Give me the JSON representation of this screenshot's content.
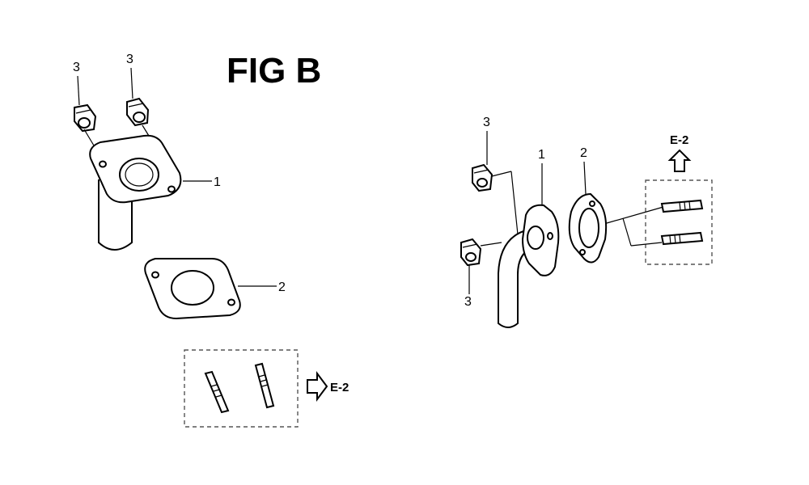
{
  "title": "FIG B",
  "callouts": {
    "left_nut_a": "3",
    "left_nut_b": "3",
    "left_elbow": "1",
    "left_gasket": "2",
    "right_nut_top": "3",
    "right_nut_bottom": "3",
    "right_elbow": "1",
    "right_gasket": "2"
  },
  "references": {
    "left_studs": "E-2",
    "right_studs": "E-2"
  },
  "colors": {
    "line": "#000000",
    "dashed_box": "#555555",
    "background": "#ffffff"
  }
}
